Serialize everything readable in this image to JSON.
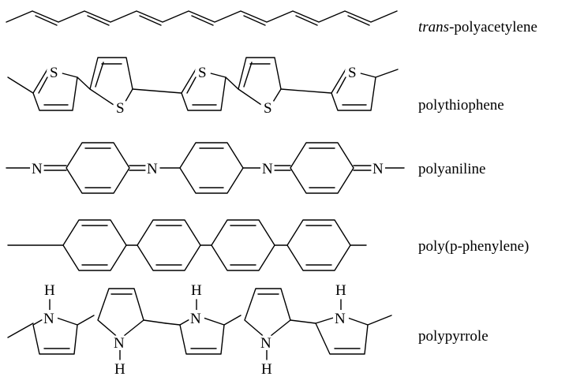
{
  "polymers": [
    {
      "key": "trans-polyacetylene",
      "prefix": "trans",
      "name": "-polyacetylene",
      "atoms": []
    },
    {
      "key": "polythiophene",
      "prefix": "",
      "name": "polythiophene",
      "atoms": [
        "S",
        "S",
        "S",
        "S",
        "S"
      ]
    },
    {
      "key": "polyaniline",
      "prefix": "",
      "name": "polyaniline",
      "atoms": [
        "N",
        "N",
        "N",
        "N"
      ]
    },
    {
      "key": "poly-p-phenylene",
      "prefix": "",
      "name": "poly(p-phenylene)",
      "atoms": []
    },
    {
      "key": "polypyrrole",
      "prefix": "",
      "name": "polypyrrole",
      "atoms": [
        "N",
        "N",
        "N",
        "N",
        "N"
      ],
      "h_atoms": [
        "H",
        "H",
        "H",
        "H",
        "H"
      ]
    }
  ]
}
